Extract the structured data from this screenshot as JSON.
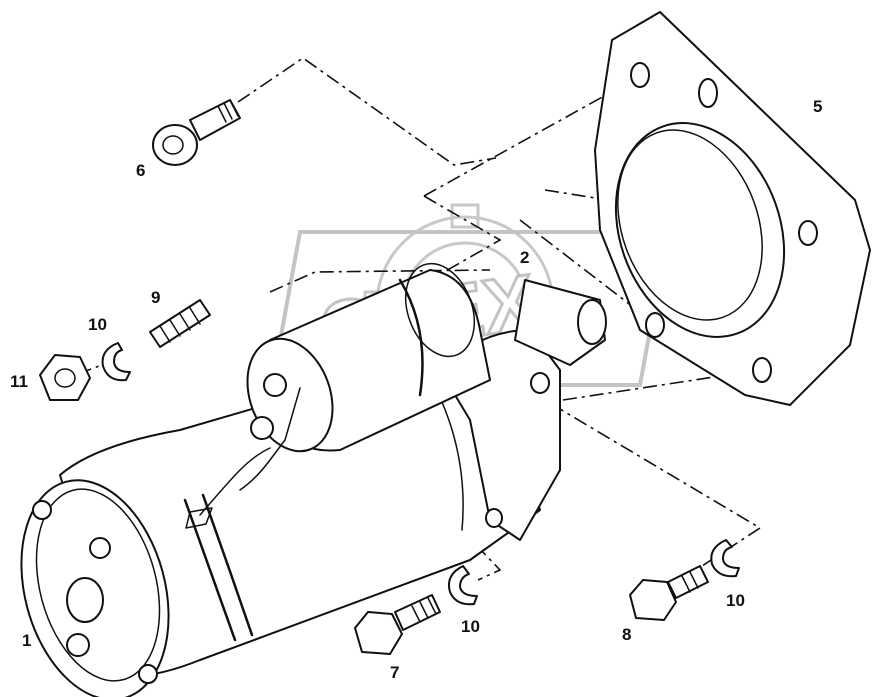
{
  "figure": {
    "watermark_text": "OPEX",
    "callouts": [
      "1",
      "2",
      "5",
      "6",
      "7",
      "8",
      "9",
      "10",
      "10",
      "10",
      "11"
    ]
  }
}
